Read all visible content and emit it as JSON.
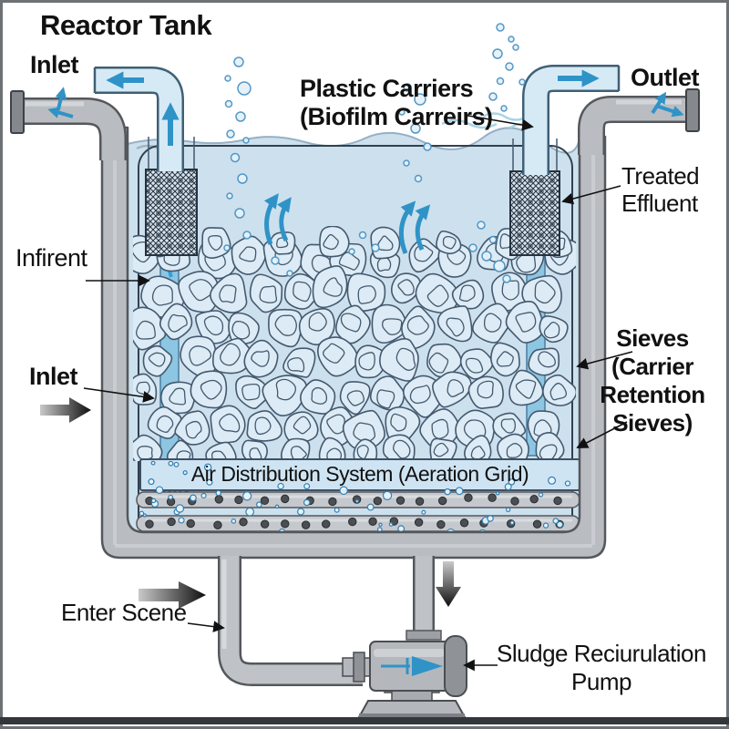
{
  "diagram_title": "Reactor Tank",
  "labels": {
    "title": "Reactor Tank",
    "inlet_top": "Inlet",
    "plastic_carriers_1": "Plastic Carriers",
    "plastic_carriers_2": "(Biofilm Carreirs)",
    "outlet": "Outlet",
    "treated_1": "Treated",
    "treated_2": "Effluent",
    "influent": "Infirent",
    "inlet_lower": "Inlet",
    "sieves_1": "Sieves",
    "sieves_2": "(Carrier",
    "sieves_3": "Retention",
    "sieves_4": "Sieves)",
    "aeration_grid": "Air Distribution System (Aeration Grid)",
    "enter_scene": "Enter Scene",
    "pump_1": "Sludge Reciurulation",
    "pump_2": "Pump"
  },
  "colors": {
    "accent_cyan": "#2f93c7",
    "water": "#cde0ee",
    "carrier_fill": "#dcebf5",
    "carrier_stroke": "#44596e",
    "pipe_gray": "#b9bdc1",
    "pipe_outline": "#54585c",
    "blue_pipe_fill": "#d6eaf6",
    "blue_pipe_outline": "#3f6075",
    "mesh_dark": "#25323f",
    "band_fill": "#cfe4f3",
    "diffuser_dot": "#4b4f54",
    "bubble_stroke": "#4a94c4",
    "text": "#111111"
  }
}
